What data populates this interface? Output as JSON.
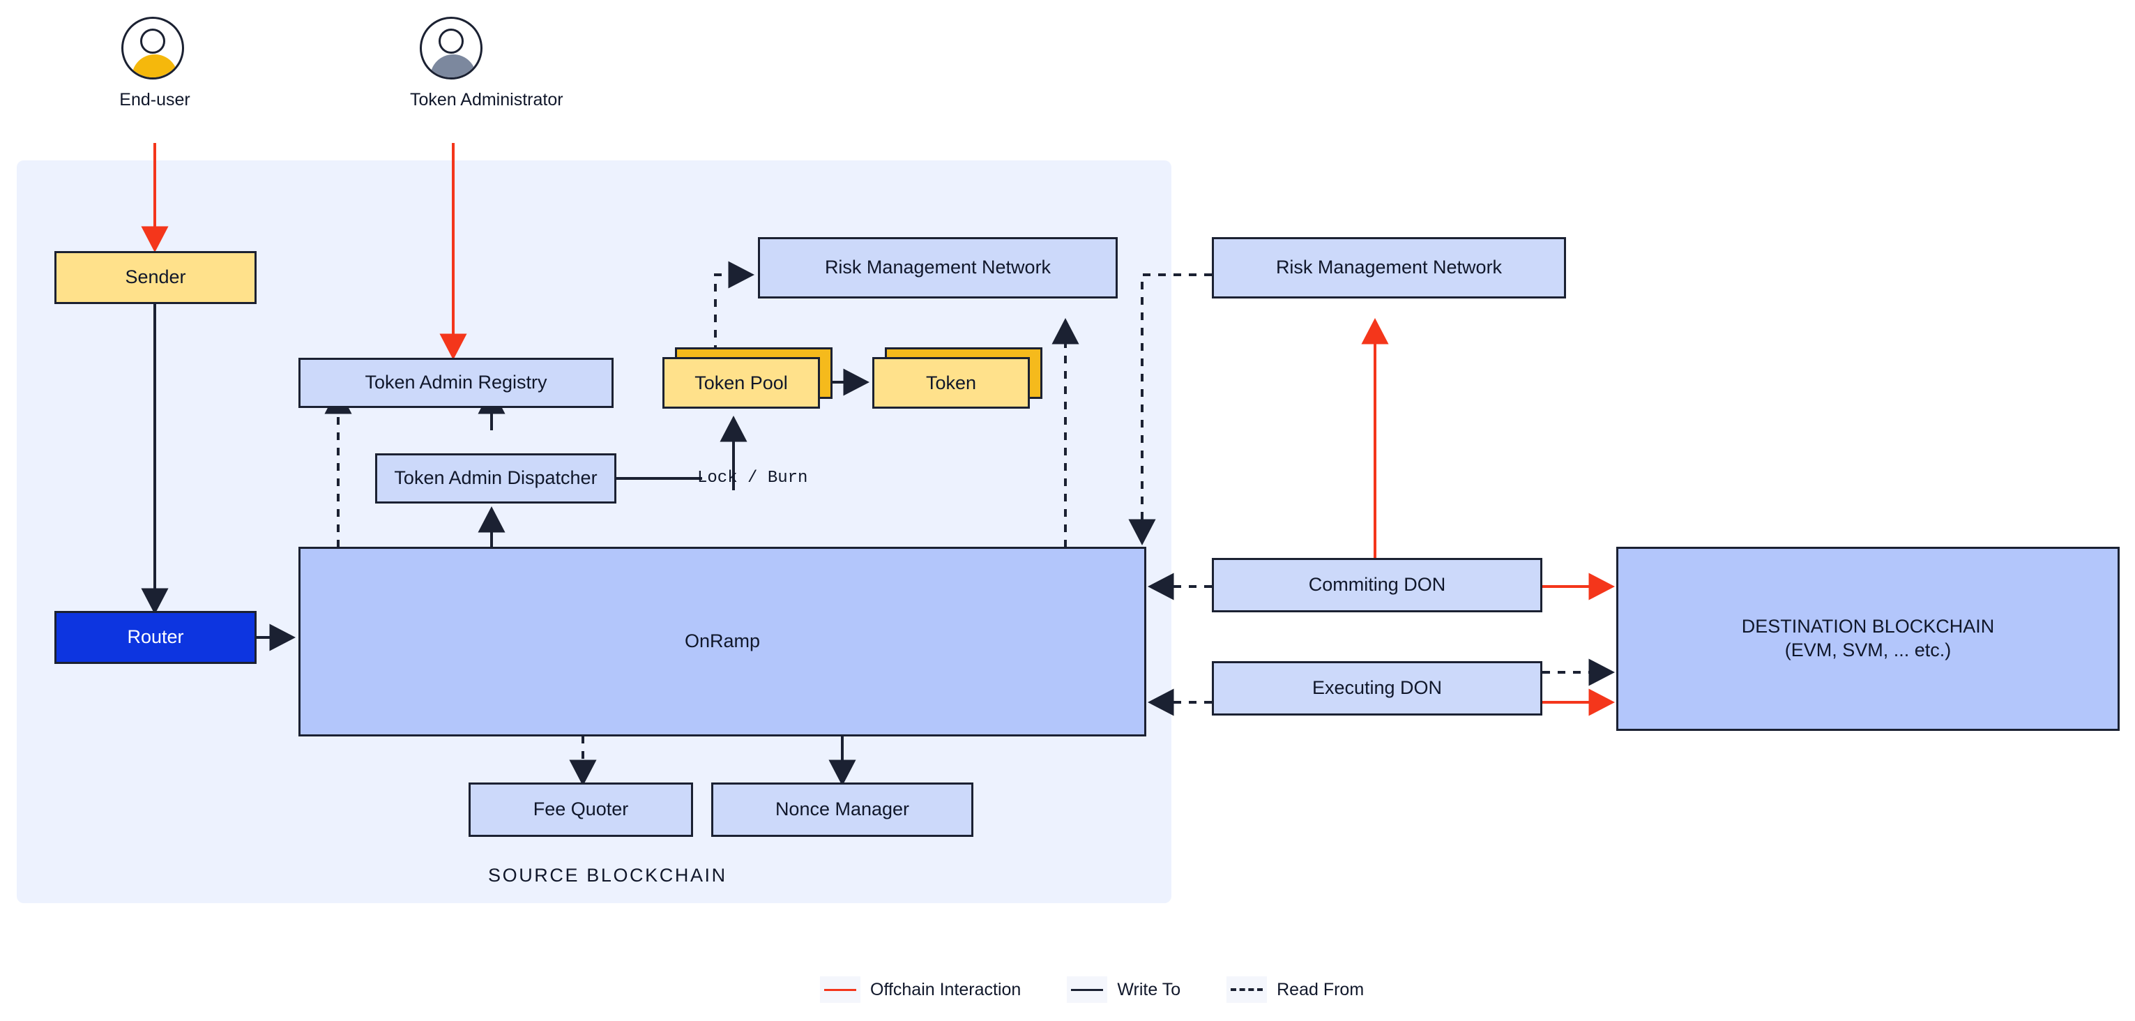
{
  "diagram": {
    "source_panel": {
      "label": "SOURCE BLOCKCHAIN"
    },
    "actors": [
      {
        "name": "End-user",
        "label": "End-user",
        "color": "#f5b80c"
      },
      {
        "name": "Token Administrator",
        "label": "Token Administrator",
        "color": "#7c889e"
      }
    ],
    "nodes": {
      "sender": {
        "label": "Sender"
      },
      "router": {
        "label": "Router"
      },
      "token_admin_registry": {
        "label": "Token Admin Registry"
      },
      "token_admin_dispatcher": {
        "label": "Token Admin Dispatcher"
      },
      "token_pool": {
        "label": "Token Pool"
      },
      "token": {
        "label": "Token"
      },
      "rmn_source": {
        "label": "Risk Management Network"
      },
      "rmn_dest": {
        "label": "Risk Management Network"
      },
      "onramp": {
        "label": "OnRamp"
      },
      "fee_quoter": {
        "label": "Fee Quoter"
      },
      "nonce_manager": {
        "label": "Nonce Manager"
      },
      "commiting_don": {
        "label": "Commiting DON"
      },
      "executing_don": {
        "label": "Executing DON"
      },
      "destination_blockchain": {
        "line1": "DESTINATION BLOCKCHAIN",
        "line2": "(EVM, SVM, ... etc.)"
      }
    },
    "edge_labels": {
      "lock_burn": "Lock / Burn"
    },
    "legend": [
      {
        "name": "offchain-interaction",
        "label": "Offchain Interaction",
        "style": "solid",
        "color": "#f4361b"
      },
      {
        "name": "write-to",
        "label": "Write To",
        "style": "solid",
        "color": "#1b2132"
      },
      {
        "name": "read-from",
        "label": "Read From",
        "style": "dashed",
        "color": "#1b2132"
      }
    ],
    "colors": {
      "panel_bg": "#edf2fe",
      "blue_light": "#ccd9fa",
      "blue_mid": "#b3c6fb",
      "amber": "#ffe18b",
      "amber_back": "#f5ba1c",
      "router_blue": "#0d35e0",
      "stroke": "#1b2132",
      "offchain_red": "#f4361b"
    }
  }
}
